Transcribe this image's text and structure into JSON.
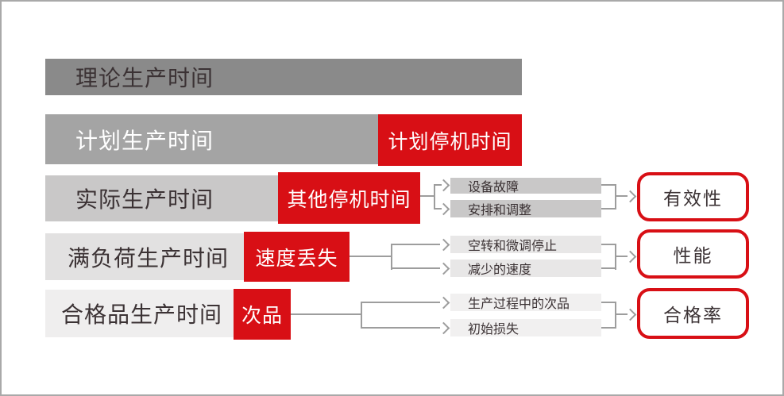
{
  "colors": {
    "accent_red": "#d80f15",
    "row_grays": [
      "#8a8a8a",
      "#a4a4a4",
      "#c9c8c8",
      "#e2e1e1",
      "#efeeee"
    ],
    "cause_grays": [
      "#c9c8c8",
      "#e8e7e7",
      "#f1f0f0"
    ],
    "connector_gray": "#9d9d9d",
    "text_dark": "#3b3234",
    "page_border_gray": "#a9a9a9"
  },
  "rows": [
    {
      "label": "理论生产时间"
    },
    {
      "label": "计划生产时间",
      "loss": "计划停机时间"
    },
    {
      "label": "实际生产时间",
      "loss": "其他停机时间",
      "causes": [
        "设备故障",
        "安排和调整"
      ],
      "metric": "有效性"
    },
    {
      "label": "满负荷生产时间",
      "loss": "速度丢失",
      "causes": [
        "空转和微调停止",
        "减少的速度"
      ],
      "metric": "性能"
    },
    {
      "label": "合格品生产时间",
      "loss": "次品",
      "causes": [
        "生产过程中的次品",
        "初始损失"
      ],
      "metric": "合格率"
    }
  ]
}
